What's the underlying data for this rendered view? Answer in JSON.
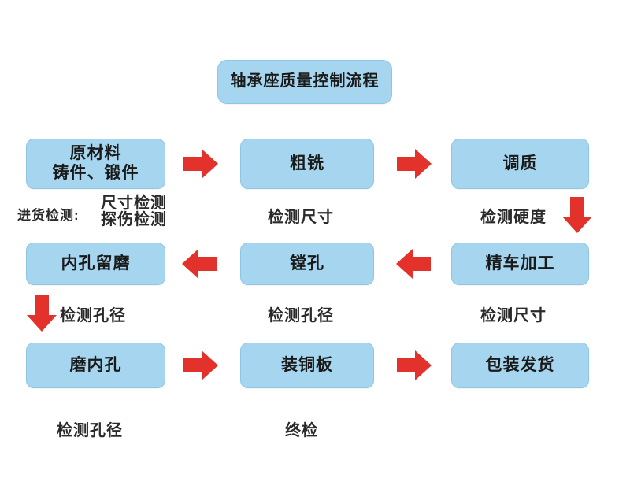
{
  "diagram": {
    "title": "轴承座质量控制流程",
    "accent_box_fill": "#a6d6ef",
    "accent_box_border": "#8fc6e3",
    "arrow_color": "#e3322c",
    "text_color": "#1a1a1a",
    "background": "#ffffff"
  },
  "steps": {
    "raw_material": "原材料\n铸件、锻件",
    "rough_milling": "粗铣",
    "quench_temper": "调质",
    "bore_reserve_grind": "内孔留磨",
    "boring": "镗孔",
    "finish_turning": "精车加工",
    "grind_inner_hole": "磨内孔",
    "mount_copper_plate": "装铜板",
    "packing_shipping": "包装发货"
  },
  "captions": {
    "incoming_prefix": "进货检测:",
    "incoming_checks": "尺寸检测\n探伤检测",
    "check_dimension_1": "检测尺寸",
    "check_hardness": "检测硬度",
    "check_bore_1": "检测孔径",
    "check_bore_2": "检测孔径",
    "check_dimension_2": "检测尺寸",
    "check_bore_3": "检测孔径",
    "final_inspection": "终检"
  },
  "connectors": {
    "a1": "arrow-right-icon",
    "a2": "arrow-right-icon",
    "a3": "arrow-down-icon",
    "a4": "arrow-left-icon",
    "a5": "arrow-left-icon",
    "a6": "arrow-down-icon",
    "a7": "arrow-right-icon",
    "a8": "arrow-right-icon"
  }
}
